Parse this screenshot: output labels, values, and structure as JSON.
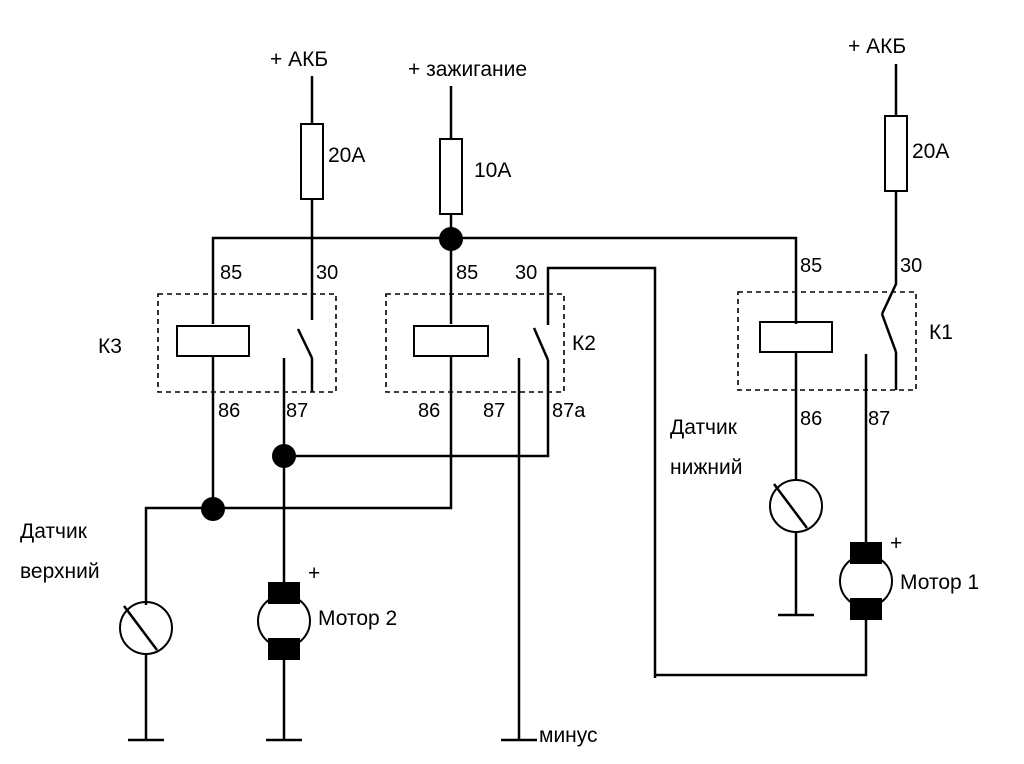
{
  "supply": {
    "akb_left": "+ АКБ",
    "ignition": "+ зажигание",
    "akb_right": "+ АКБ"
  },
  "fuses": {
    "left": "20А",
    "middle": "10А",
    "right": "20А"
  },
  "relays": {
    "k3": {
      "name": "К3",
      "pin85": "85",
      "pin30": "30",
      "pin86": "86",
      "pin87": "87"
    },
    "k2": {
      "name": "К2",
      "pin85": "85",
      "pin30": "30",
      "pin86": "86",
      "pin87": "87",
      "pin87a": "87а"
    },
    "k1": {
      "name": "К1",
      "pin85": "85",
      "pin30": "30",
      "pin86": "86",
      "pin87": "87"
    }
  },
  "sensors": {
    "upper_line1": "Датчик",
    "upper_line2": "верхний",
    "lower_line1": "Датчик",
    "lower_line2": "нижний"
  },
  "motors": {
    "m2_label": "Мотор 2",
    "m2_plus": "+",
    "m1_label": "Мотор 1",
    "m1_plus": "+"
  },
  "ground": {
    "minus": "минус"
  }
}
